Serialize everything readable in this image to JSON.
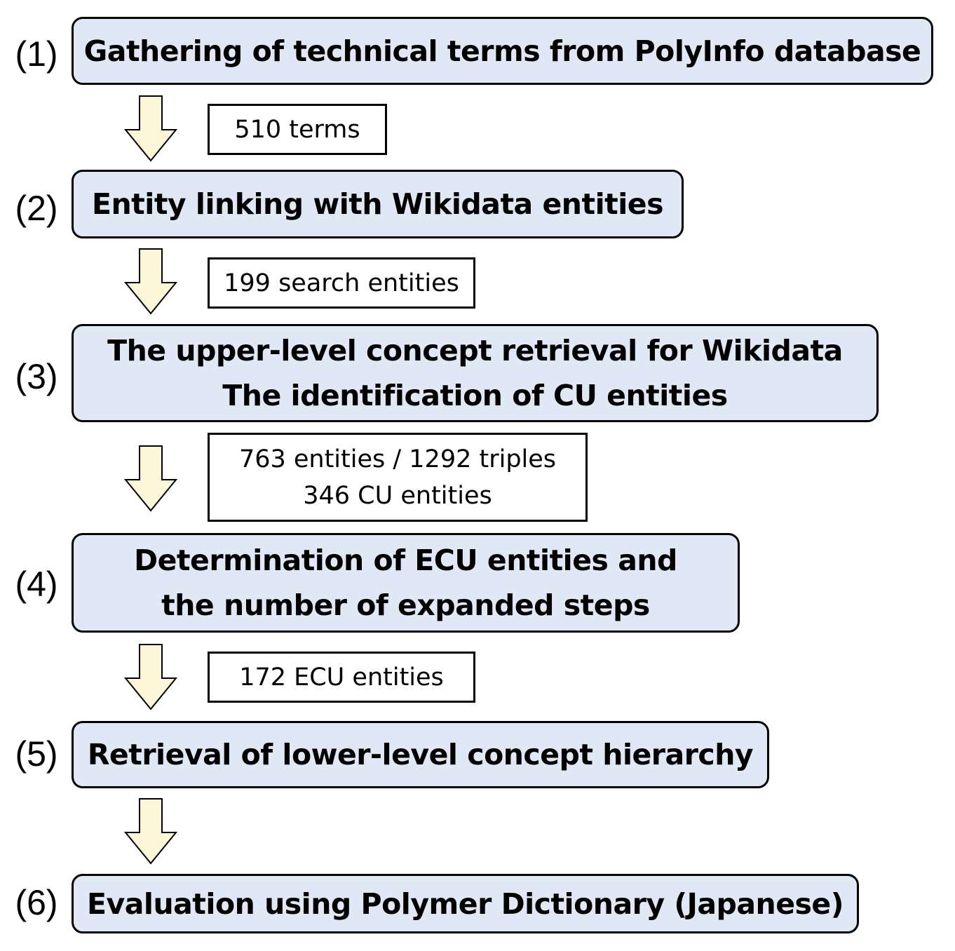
{
  "steps": [
    {
      "number": "(1)",
      "lines": [
        "Gathering of technical terms from PolyInfo database"
      ]
    },
    {
      "number": "(2)",
      "lines": [
        "Entity linking with Wikidata entities"
      ]
    },
    {
      "number": "(3)",
      "lines": [
        "The upper-level concept retrieval for Wikidata",
        "The identification of CU entities"
      ]
    },
    {
      "number": "(4)",
      "lines": [
        "Determination of ECU entities and",
        "the number of expanded steps"
      ]
    },
    {
      "number": "(5)",
      "lines": [
        "Retrieval of lower-level concept hierarchy"
      ]
    },
    {
      "number": "(6)",
      "lines": [
        "Evaluation using Polymer Dictionary (Japanese)"
      ]
    }
  ],
  "counts": [
    {
      "lines": [
        "510 terms"
      ]
    },
    {
      "lines": [
        "199 search entities"
      ]
    },
    {
      "lines": [
        "763 entities / 1292 triples",
        "346 CU entities"
      ]
    },
    {
      "lines": [
        "172 ECU entities"
      ]
    }
  ],
  "colors": {
    "step_fill": "#dfe8f4",
    "arrow_fill": "#fdf6d8",
    "outline": "#000000"
  }
}
